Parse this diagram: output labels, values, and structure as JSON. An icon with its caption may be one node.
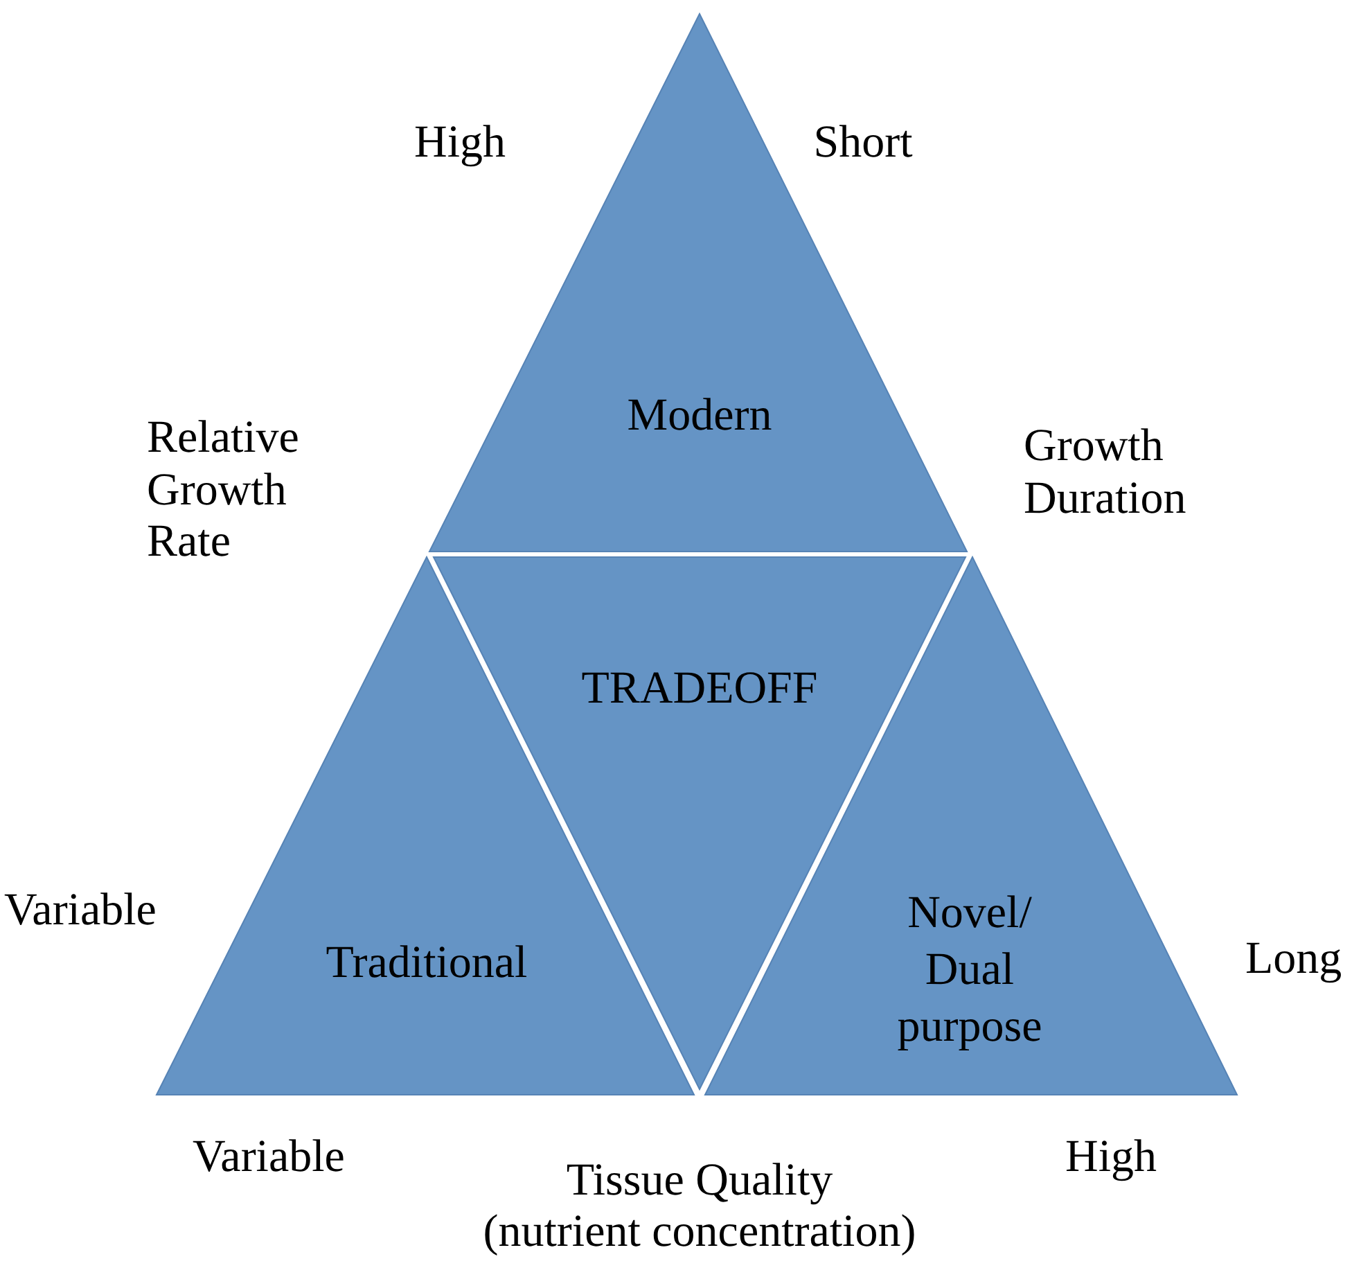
{
  "diagram": {
    "nodes": [
      {
        "text": [
          "Modern"
        ]
      },
      {
        "text": [
          "TRADEOFF"
        ]
      },
      {
        "text": [
          "Traditional"
        ]
      },
      {
        "text": [
          "Novel/ Dual purpose"
        ]
      }
    ],
    "labels": [
      "High",
      "Short",
      "Relative Growth Rate",
      "Growth Duration",
      "Variable",
      "Long",
      "Variable",
      "High",
      "Tissue Quality (nutrient concentration)"
    ]
  }
}
